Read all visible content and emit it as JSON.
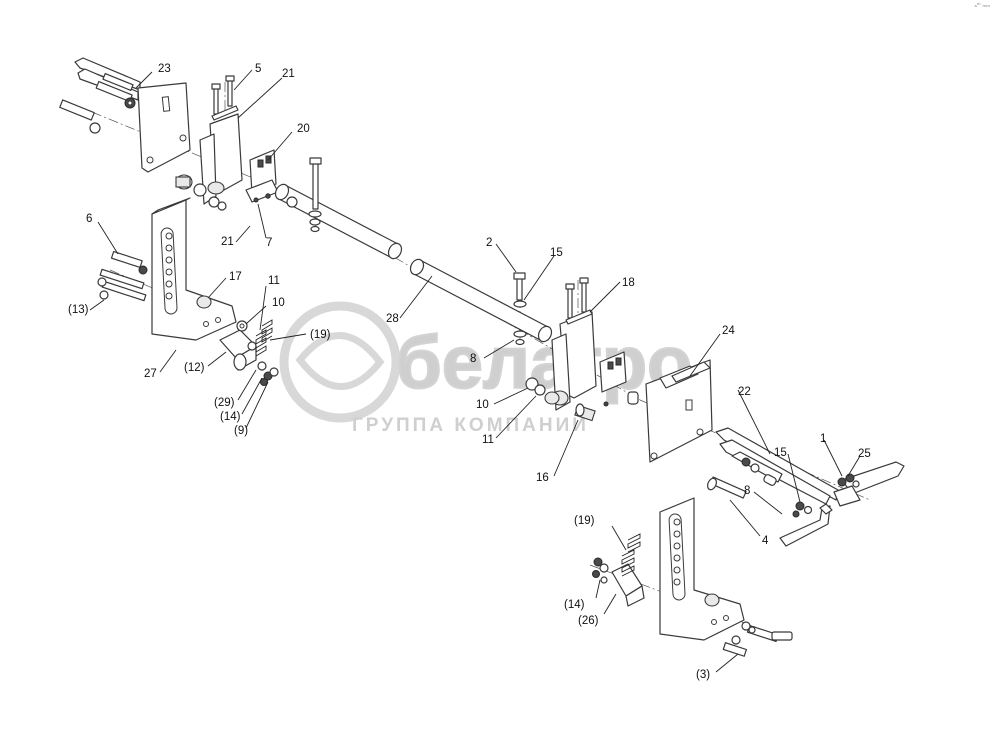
{
  "watermark": {
    "brand": "белагро",
    "caption": "ГРУППА КОМПАНИЙ",
    "color": "#cfcfcf"
  },
  "corner_mark": "ₐᵐ ₘₘ",
  "callouts": [
    {
      "id": "c23",
      "text": "23"
    },
    {
      "id": "c5",
      "text": "5"
    },
    {
      "id": "c21a",
      "text": "21"
    },
    {
      "id": "c20",
      "text": "20"
    },
    {
      "id": "c6",
      "text": "6"
    },
    {
      "id": "c21b",
      "text": "21"
    },
    {
      "id": "c7",
      "text": "7"
    },
    {
      "id": "c17",
      "text": "17"
    },
    {
      "id": "c11a",
      "text": "11"
    },
    {
      "id": "c10a",
      "text": "10"
    },
    {
      "id": "c13",
      "text": "(13)"
    },
    {
      "id": "c19a",
      "text": "(19)"
    },
    {
      "id": "c12",
      "text": "(12)"
    },
    {
      "id": "c27",
      "text": "27"
    },
    {
      "id": "c29",
      "text": "(29)"
    },
    {
      "id": "c14a",
      "text": "(14)"
    },
    {
      "id": "c9",
      "text": "(9)"
    },
    {
      "id": "c28",
      "text": "28"
    },
    {
      "id": "c2",
      "text": "2"
    },
    {
      "id": "c15a",
      "text": "15"
    },
    {
      "id": "c18",
      "text": "18"
    },
    {
      "id": "c8a",
      "text": "8"
    },
    {
      "id": "c10b",
      "text": "10"
    },
    {
      "id": "c11b",
      "text": "11"
    },
    {
      "id": "c16",
      "text": "16"
    },
    {
      "id": "c24",
      "text": "24"
    },
    {
      "id": "c22",
      "text": "22"
    },
    {
      "id": "c1",
      "text": "1"
    },
    {
      "id": "c25",
      "text": "25"
    },
    {
      "id": "c15b",
      "text": "15"
    },
    {
      "id": "c8b",
      "text": "8"
    },
    {
      "id": "c4",
      "text": "4"
    },
    {
      "id": "c19b",
      "text": "(19)"
    },
    {
      "id": "c14b",
      "text": "(14)"
    },
    {
      "id": "c26",
      "text": "(26)"
    },
    {
      "id": "c3",
      "text": "(3)"
    }
  ]
}
